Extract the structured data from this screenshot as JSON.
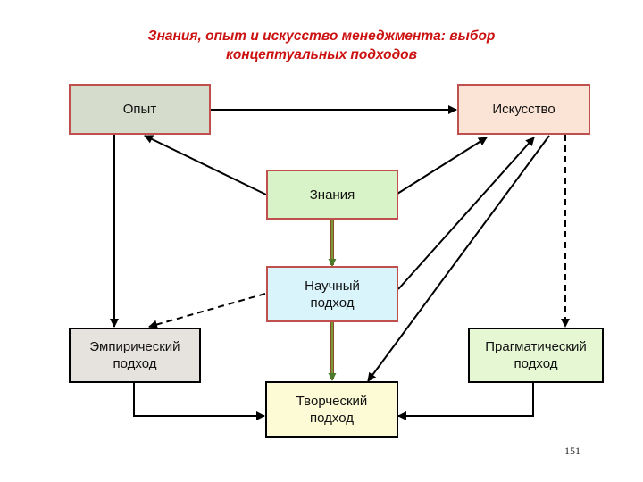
{
  "title": {
    "line1": "Знания, опыт и искусство менеджмента: выбор",
    "line2": "концептуальных подходов"
  },
  "nodes": {
    "opyt": {
      "lines": [
        "Опыт"
      ],
      "fill": "#d6dccb",
      "border": "#c0504d"
    },
    "iskusstvo": {
      "lines": [
        "Искусство"
      ],
      "fill": "#fbe4d5",
      "border": "#c0504d"
    },
    "znaniya": {
      "lines": [
        "Знания"
      ],
      "fill": "#d8f3c8",
      "border": "#c0504d"
    },
    "nauchny": {
      "lines": [
        "Научный",
        "подход"
      ],
      "fill": "#d9f4fb",
      "border": "#c0504d"
    },
    "empiricheskiy": {
      "lines": [
        "Эмпирический",
        "подход"
      ],
      "fill": "#e6e3de",
      "border": "#000000"
    },
    "pragmaticheskiy": {
      "lines": [
        "Прагматический",
        "подход"
      ],
      "fill": "#e5f7d3",
      "border": "#000000"
    },
    "tvorcheskiy": {
      "lines": [
        "Творческий",
        "подход"
      ],
      "fill": "#fdfbd5",
      "border": "#000000"
    }
  },
  "edges": [
    {
      "from": "opyt",
      "to": "iskusstvo",
      "style": "solid"
    },
    {
      "from": "znaniya",
      "to": "opyt",
      "style": "solid"
    },
    {
      "from": "znaniya",
      "to": "iskusstvo",
      "style": "solid"
    },
    {
      "from": "opyt",
      "to": "empiricheskiy",
      "style": "solid"
    },
    {
      "from": "iskusstvo",
      "to": "pragmaticheskiy",
      "style": "dashed"
    },
    {
      "from": "nauchny",
      "to": "empiricheskiy",
      "style": "dashed"
    },
    {
      "from": "znaniya",
      "to": "nauchny",
      "style": "double-green"
    },
    {
      "from": "nauchny",
      "to": "tvorcheskiy",
      "style": "double-green"
    },
    {
      "from": "nauchny",
      "to": "iskusstvo",
      "style": "solid"
    },
    {
      "from": "iskusstvo",
      "to": "tvorcheskiy",
      "style": "solid"
    },
    {
      "from": "empiricheskiy",
      "to": "tvorcheskiy",
      "style": "solid"
    },
    {
      "from": "pragmaticheskiy",
      "to": "tvorcheskiy",
      "style": "solid"
    }
  ],
  "page_number": "151",
  "colors": {
    "title": "#cc1111",
    "arrow": "#000000",
    "shaft_green": "#7a9a3a",
    "shaft_brown": "#8b4a2a"
  }
}
